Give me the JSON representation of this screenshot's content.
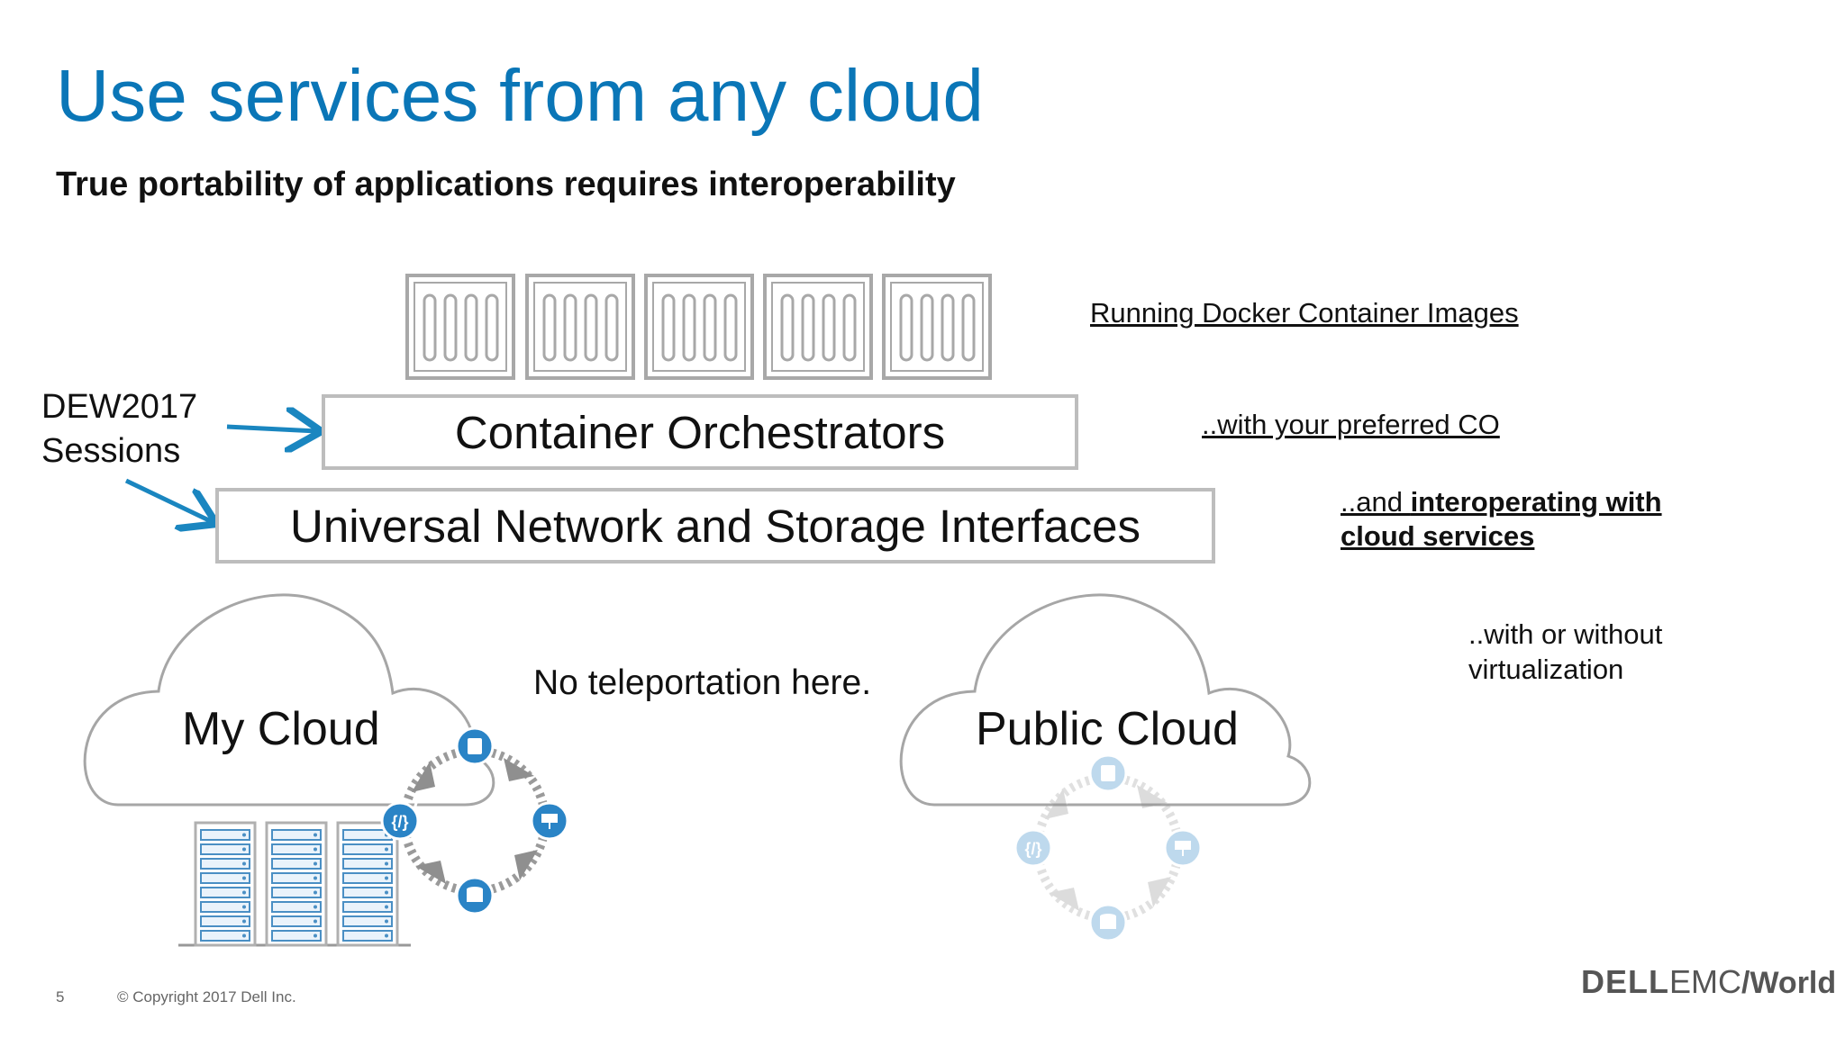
{
  "slide": {
    "title": "Use services from any cloud",
    "subtitle": "True portability of applications requires interoperability"
  },
  "layers": {
    "container_orchestrators": "Container Orchestrators",
    "universal_interfaces": "Universal Network and Storage Interfaces"
  },
  "notes": {
    "docker_images": "Running Docker Container Images",
    "preferred_co": "..with your preferred CO",
    "interop_prefix": "..and ",
    "interop_bold_1": "interoperating with",
    "interop_bold_2": "cloud services",
    "virtualization_line1": "..with or without",
    "virtualization_line2": "virtualization"
  },
  "callout": {
    "line1": "DEW2017",
    "line2": "Sessions"
  },
  "teleport": "No teleportation here.",
  "clouds": {
    "my_cloud": "My Cloud",
    "public_cloud": "Public Cloud"
  },
  "footer": {
    "page_number": "5",
    "copyright": "© Copyright 2017 Dell Inc."
  },
  "logo": {
    "dell": "DELL",
    "emc": "EMC",
    "world": "World"
  },
  "colors": {
    "title_blue": "#0a76b7",
    "arrow_blue": "#1a86c0",
    "icon_blue": "#2a84c6",
    "box_border": "#bdbdbd"
  },
  "icons": [
    "container-icon",
    "server-rack-icon",
    "database-icon",
    "code-icon",
    "network-icon",
    "storage-icon"
  ]
}
